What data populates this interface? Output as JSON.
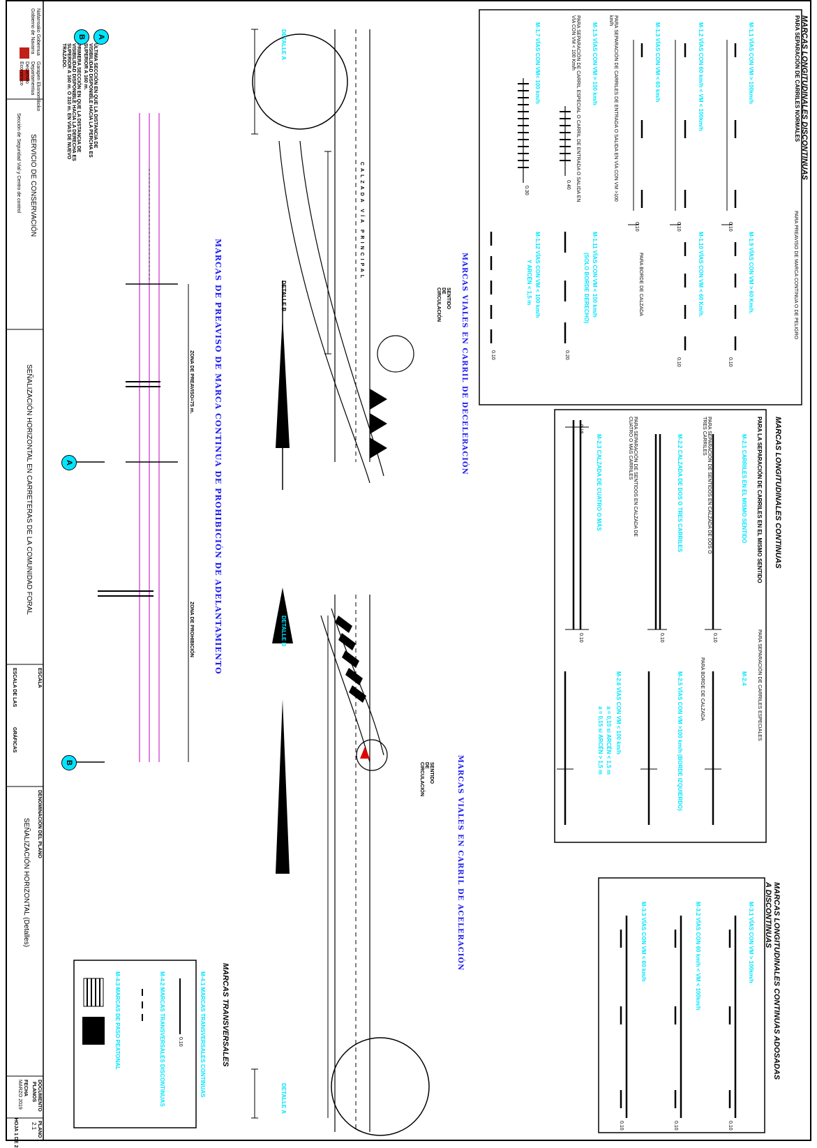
{
  "title_block": {
    "gov1": "Nafarroako Gobernua",
    "gov2": "Gobierno de Navarra",
    "dept1": "Garapen Ekonomikoko",
    "dept2": "Departamentua",
    "dept3": "Desarrollo",
    "dept4": "Económico",
    "service": "SERVICIO DE CONSERVACIÓN",
    "section": "Sección de Seguridad Vial y Centro de control",
    "project": "SEÑALIZACIÓN HORIZONTAL EN CARRETERAS DE LA COMUNIDAD FORAL",
    "scale_label": "ESCALA",
    "scale_unit": "ESCALA DE LAS",
    "scale_graph": "GRÁFICAS",
    "plan_name_label": "DENOMINACIÓN DEL PLANO",
    "plan_name": "SEÑALIZACIÓN HORIZONTAL (Detalles)",
    "doc_label": "DOCUMENTO",
    "doc_value": "PLANOS",
    "date_label": "FECHA",
    "date_value": "MARZO 2019",
    "sheet_label": "PLANO",
    "sheet_value": "2.1",
    "page_label": "HOJA 1 DE 2"
  },
  "discontinuas": {
    "title": "MARCAS LONGITUDINALES DISCONTINUAS",
    "subtitle": "PARA SEPARACIÓN DE CARRILES NORMALES",
    "m11": "M-1.1   VÍAS CON VM > 100km/h",
    "m12": "M-1.2   VÍAS CON 60 km/h < VM < 100km/h",
    "m13": "M-1.3   VÍAS CON VM < 60 km/h",
    "special_note": "PARA SEPARACIÓN DE CARRILES DE ENTRADA O SALIDA EN VÍA CON VM >100 km/h",
    "m15": "M-1.5   VÍAS CON VM > 100 km/h",
    "special_note2": "PARA SEPARACIÓN DE CARRIL ESPECIAL O CARRIL DE ENTRADA O SALIDA EN VÍA CON VM < 100 Km/h",
    "m17": "M-1.7   VÍAS CON VM< 100 km/h",
    "peligro_note": "PARA PREAVISO DE MARCA CONTINUA O DE PELIGRO",
    "m19": "M-1.9   VÍAS CON VM > 60 Km/h.",
    "m110": "M-1.10   VÍAS CON VM < 60 Km/h.",
    "borde_note": "PARA BORDE DE CALZADA",
    "m111": "M-1.11   VÍAS CON VM < 100 km/h",
    "m111b": "(SOLO BORDE DERECHO)",
    "m112": "M-1.12   VÍAS CON VM < 100 km/h",
    "m112b": "Y ARCÉN < 1,5 m",
    "w010": "0.10",
    "w015": "0.15",
    "w020": "0.20",
    "w030": "0.30",
    "w040": "0.40"
  },
  "continuas": {
    "title": "MARCAS LONGITUDINALES CONTINUAS",
    "subtitle": "PARA LA SEPARACIÓN DE CARRILES EN EL MISMO SENTIDO",
    "m21": "M-2.1   CARRILES EN EL MISMO SENTIDO",
    "note_two": "PARA SEPARACIÓN DE SENTIDOS EN CALZADA DE DOS O TRES CARRILES",
    "m22": "M-2.2   CALZADA DE DOS O TRES CARRILES",
    "note_four": "PARA SEPARACIÓN DE SENTIDOS EN CALZADA DE CUATRO O MÁS CARRILES",
    "m23": "M-2.3   CALZADA DE CUATRO O MÁS",
    "special": "PARA SEPARACIÓN DE CARRILES ESPECIALES",
    "m24": "M-2.4",
    "borde": "PARA BORDE DE CALZADA",
    "m25": "M-2.5   VÍAS CON VM >100 km/h (BORDE IZQUIERDO)",
    "m26": "M-2.6   VÍAS CON VM < 100 km/h",
    "m26b": "a = 0,10 si ARCÉN < 1,5 m",
    "m26c": "a = 0,15 si ARCÉN > 1,5 m"
  },
  "adosadas": {
    "title": "MARCAS LONGITUDINALES CONTINUAS ADOSADAS",
    "title2": "A DISCONTINUAS",
    "m31": "M-3.1   VÍAS CON VM > 100km/h",
    "m32": "M-3.2   VÍAS CON 60 km/h < VM < 100km/h",
    "m33": "M-3.3   VÍAS CON VM < 60 km/h"
  },
  "transversales": {
    "title": "MARCAS TRANSVERSALES",
    "m41": "M-4.1   MARCAS TRANSVERSALES CONTINUAS",
    "m42": "M-4.2   MARCAS TRANSVERSALES DISCONTINUAS",
    "m43": "M-4.3   MARCAS DE PASO PEATONAL"
  },
  "deceleracion": {
    "title": "MARCAS VIALES EN CARRIL DE DECELERACIÓN",
    "calzada": "CALZADA VÍA PRINCIPAL",
    "sentido": "SENTIDO DE CIRCULACIÓN",
    "detalle_a": "DETALLE A",
    "detalle_b": "DETALLE B"
  },
  "aceleracion": {
    "title": "MARCAS VIALES EN CARRIL DE ACELERACIÓN",
    "sentido": "SENTIDO DE CIRCULACIÓN",
    "detalle_a": "DETALLE A",
    "detalle_b": "DETALLE B"
  },
  "preaviso": {
    "title": "MARCAS DE PREAVISO DE MARCA CONTINUA DE PROHIBICIÓN DE ADELANTAMIENTO",
    "note_a": "ÚLTIMA SECCIÓN EN QUE LA DISTANCIA DE VISIBILIDAD DISPONIBLE HACIA LA PERCHA ES SUPERIOR A 160 m.",
    "note_b": "PRIMERA SECCIÓN EN QUE LA DISTANCIA DE VISIBILIDAD DISPONIBLE HACIA LA DERECHA ES SUPERIOR A 160 m. Ó 310 m. EN VÍAS DE NUEVO TRAZADO.",
    "zona_preaviso": "ZONA DE PREAVISO=75 m.",
    "zona_prohibida": "ZONA DE PROHIBICIÓN",
    "label_a": "A",
    "label_b": "B"
  },
  "colors": {
    "cyan": "#00e5ff",
    "blue": "#1c1cf0",
    "magenta": "#c000c0",
    "red": "#e00000"
  }
}
